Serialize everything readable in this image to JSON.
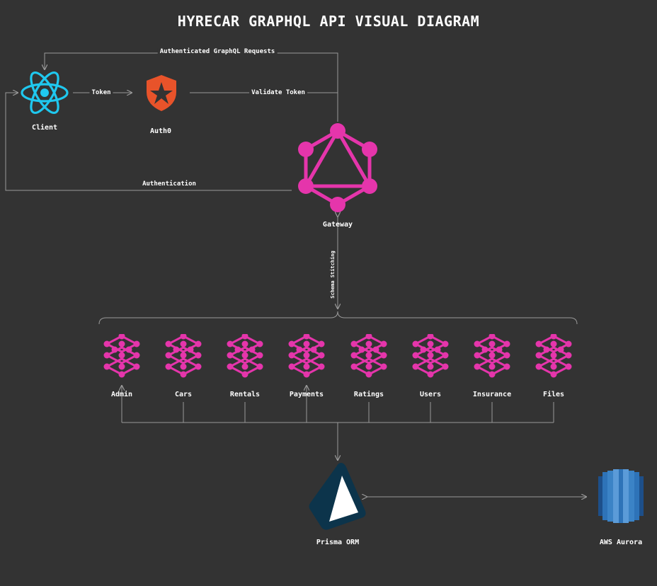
{
  "title": "HYRECAR GRAPHQL API VISUAL DIAGRAM",
  "nodes": {
    "client": "Client",
    "auth0": "Auth0",
    "gateway": "Gateway",
    "prisma": "Prisma ORM",
    "aurora": "AWS Aurora"
  },
  "edges": {
    "authenticated_requests": "Authenticated GraphQL Requests",
    "token": "Token",
    "validate_token": "Validate Token",
    "authentication": "Authentication",
    "schema_stitching": "Schema Stitching"
  },
  "services": [
    "Admin",
    "Cars",
    "Rentals",
    "Payments",
    "Ratings",
    "Users",
    "Insurance",
    "Files"
  ],
  "colors": {
    "background": "#333333",
    "line": "#9a9a9a",
    "react": "#1fc8ef",
    "auth0": "#e8532a",
    "graphql": "#e535ab",
    "prisma": "#0c344b",
    "aurora": "#2e73b8"
  }
}
